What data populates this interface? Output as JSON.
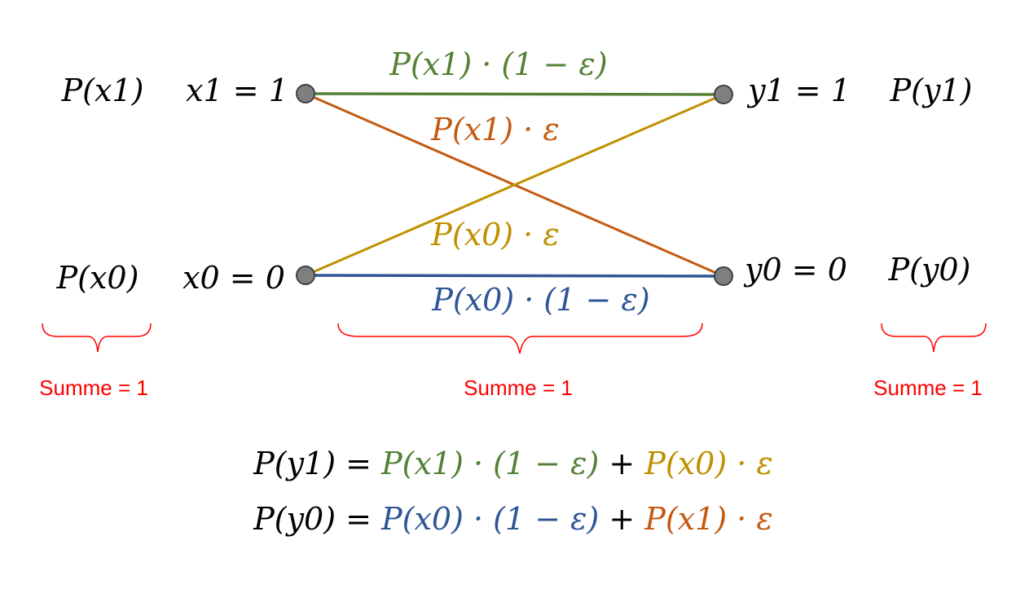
{
  "colors": {
    "green": "#548235",
    "orange": "#c55a11",
    "gold": "#bf9000",
    "blue": "#2f5597",
    "black": "#000000",
    "red": "#ff0000"
  },
  "left_probs": {
    "x1": "P(x1)",
    "x0": "P(x0)"
  },
  "inputs": {
    "x1": "x1 = 1",
    "x0": "x0 = 0"
  },
  "outputs": {
    "y1": "y1 = 1",
    "y0": "y0 = 0"
  },
  "right_probs": {
    "y1": "P(y1)",
    "y0": "P(y0)"
  },
  "transitions": {
    "x1_y1": "P(x1) · (1 − ε)",
    "x1_y0": "P(x1) · ε",
    "x0_y1": "P(x0) · ε",
    "x0_y0": "P(x0) · (1 − ε)"
  },
  "sums": {
    "left": "Summe = 1",
    "middle": "Summe = 1",
    "right": "Summe = 1"
  },
  "equations": {
    "y1": "P(y1) = P(x1) · (1 − ε) + P(x0) · ε",
    "y0": "P(y0) = P(x0) · (1 − ε) + P(x1) · ε"
  }
}
